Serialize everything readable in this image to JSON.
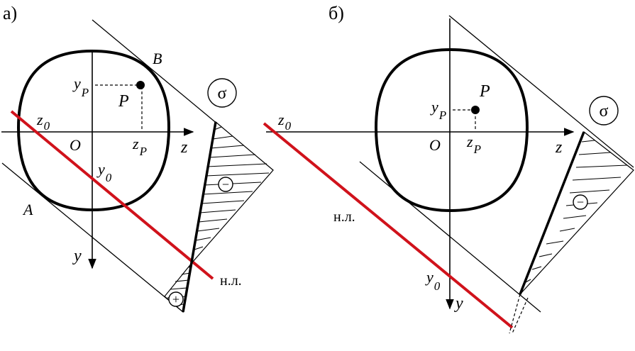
{
  "panel_a": {
    "tag": "а)",
    "point_B": "B",
    "point_A": "A",
    "y_label": "y",
    "y_sub": "P",
    "point_P": "P",
    "z0_label": "z",
    "z0_sub": "0",
    "origin": "O",
    "zP_label": "z",
    "zP_sub": "P",
    "z_axis": "z",
    "y0_label": "y",
    "y0_sub": "0",
    "y_axis": "y",
    "neutral_line": "н.л.",
    "sigma": "σ",
    "minus": "−",
    "plus": "+"
  },
  "panel_b": {
    "tag": "б)",
    "point_P": "P",
    "y_label": "y",
    "y_sub": "P",
    "z0_label": "z",
    "z0_sub": "0",
    "origin": "O",
    "zP_label": "z",
    "zP_sub": "P",
    "z_axis": "z",
    "neutral_line": "н.л.",
    "y0_label": "y",
    "y0_sub": "0",
    "y_axis": "y",
    "sigma": "σ",
    "minus": "−"
  },
  "colors": {
    "neutral_line": "#d0121b",
    "ink": "#000000"
  }
}
